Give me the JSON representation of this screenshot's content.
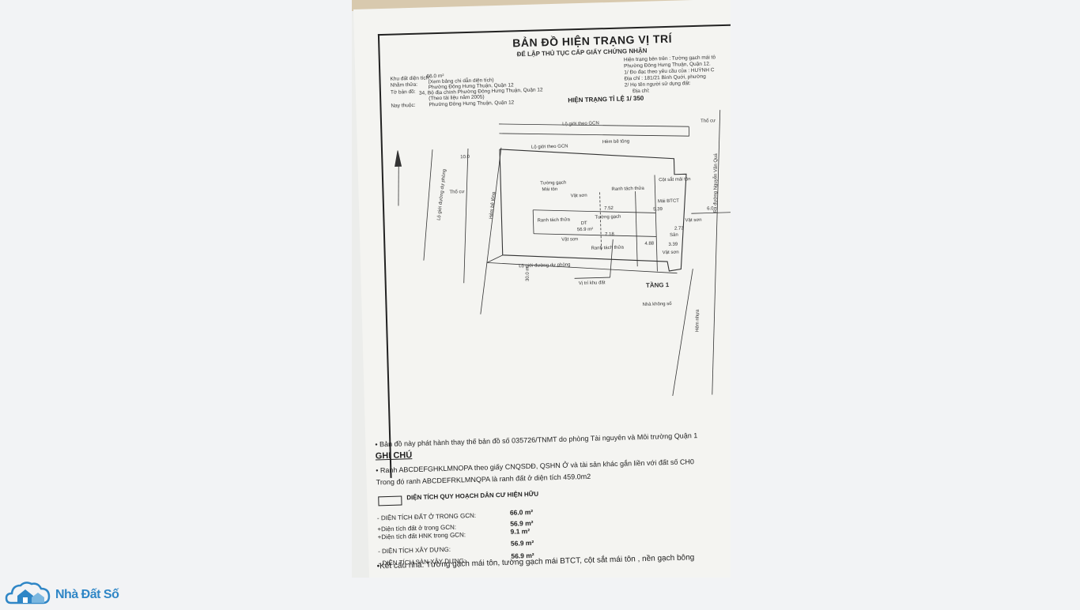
{
  "document": {
    "title": "BẢN ĐỒ HIỆN TRẠNG VỊ TRÍ",
    "subtitle": "ĐỂ LẬP THỦ TỤC CẤP GIẤY CHỨNG NHẬN",
    "info": {
      "khu_dat_label": "Khu đất diện tích:",
      "khu_dat_value": "66.0 m²",
      "khu_dat_note": "(Xem bảng chi dẫn diện tích)",
      "nhan_thua_label": "Nhằm thửa:",
      "nhan_thua_value": "Phường Đông Hưng Thuận, Quận 12",
      "to_ban_do_label": "Tờ bản đồ:",
      "to_ban_do_value": "34, Bộ địa chính Phường Đông Hưng Thuận, Quận 12",
      "to_ban_do_note": "(Theo tài liệu năm 2005)",
      "nay_thuoc_label": "Nay thuộc:",
      "nay_thuoc_value": "Phường Đông Hưng Thuận, Quận 12"
    },
    "right_info": {
      "line1": "Hiện trạng bên trên : Tường gạch mái tô",
      "line2": "Phường Đông Hưng Thuận, Quận 12.",
      "line3": "1/ Đo đạc theo yêu cầu của : HUỲNH C",
      "line4": "Địa chỉ : 181/21 Bình Quới, phường",
      "line5": "2/ Họ tên người sử dụng đất:",
      "line6": "Địa chỉ:"
    },
    "scale_label": "HIỆN TRẠNG TỈ LỆ 1/ 350",
    "plan_labels": {
      "le_gioi_gcn": "Lộ giới theo GCN",
      "hem_be_tong": "Hẻm bê tông",
      "tho_cu": "Thổ cư",
      "le_gioi_du_phong": "Lộ giới đường dự phòng",
      "tuong_gach": "Tường gạch",
      "mai_ton": "Mái tôn",
      "vat_son": "Vật sơn",
      "ranh_tach_thua": "Ranh tách thửa",
      "dt": "DT",
      "dt_value": "56.9 m²",
      "cot_sat": "Cột sắt mái tôn",
      "mai_btct": "Mái BTCT",
      "san": "Sân",
      "vi_tri_khu_dat": "Vị trí khu đất",
      "tang_1": "TẦNG 1",
      "nha_khong_so": "Nhà không số",
      "hem_nhua": "Hẻm nhựa",
      "nguyen_van_qua": "Ra đường Nguyễn Văn Quá",
      "dim_752": "7.52",
      "dim_718": "7.18",
      "dim_539": "5.39",
      "dim_488": "4.88",
      "dim_339": "3.39",
      "dim_273": "2.73",
      "dim_100": "10.0",
      "dim_60": "6.0",
      "dim_300": "30.0 m"
    },
    "note_line": "• Bản đồ này phát hành thay thế bản đồ số 035726/TNMT do phòng Tài nguyên và Môi trường Quận 1",
    "ghi_chu": "GHI CHÚ",
    "ghi_chu_line1": "• Ranh ABCDEFGHKLMNOPA theo giấy CNQSDĐ, QSHN Ở và tài sản khác gắn liền với đất số CH0",
    "ghi_chu_line2": "Trong đó ranh ABCDEFRKLMNQPA là ranh đất ở diện tích 459.0m2",
    "legend_label": "DIỆN TÍCH QUY HOẠCH DÂN CƯ HIỆN HỮU",
    "areas": [
      {
        "label": "- DIỆN TÍCH ĐẤT Ở TRONG GCN:",
        "value": "66.0 m²"
      },
      {
        "label": "+Diện tích đất ở trong GCN:",
        "value": "56.9 m²"
      },
      {
        "label": "+Diện tích đất HNK trong GCN:",
        "value": "9.1 m²"
      },
      {
        "label": "- DIỆN TÍCH XÂY DỰNG:",
        "value": "56.9 m²"
      },
      {
        "label": "- DIỆN TÍCH SÀN XÂY DỰNG:",
        "value": "56.9 m²"
      }
    ],
    "structure": "•Kết cấu nhà:  Tường gạch mái tôn, tường gạch mái BTCT, cột sắt mái tôn , nền gạch bông"
  },
  "watermark": {
    "text": "Nhà Đất Số",
    "icon": "house-cloud-icon",
    "color": "#2f86c6"
  }
}
